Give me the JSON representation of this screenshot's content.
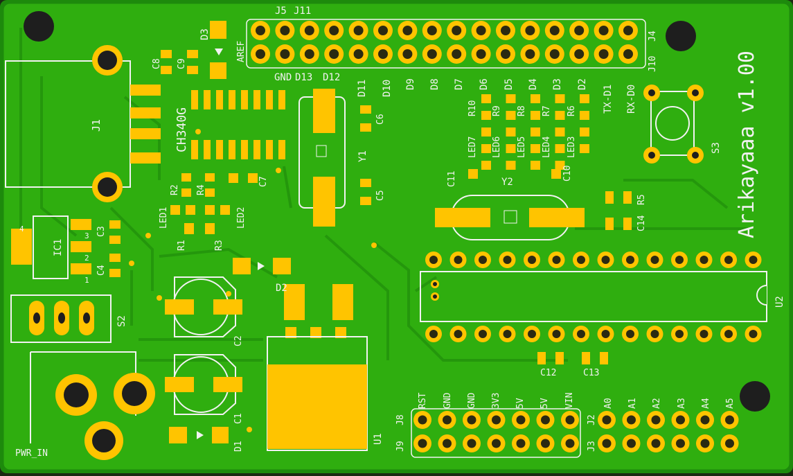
{
  "board": {
    "version_text": "Arikayaaa v1.00",
    "colors": {
      "substrate": "#1d8a0c",
      "copper_pour": "#2fae0f",
      "trace": "#3cc315",
      "pad": "#ffc400",
      "pad_hole": "#2a2a12",
      "silk": "#f2f2f2",
      "mount_hole": "#1e1e1e",
      "edge": "#c9b98a"
    }
  },
  "labels": {
    "j5": "J5",
    "j11": "J11",
    "aref": "AREF",
    "j4": "J4",
    "j10": "J10",
    "gnd": "GND",
    "d13": "D13",
    "d12": "D12",
    "d11": "D11",
    "d10": "D10",
    "d9": "D9",
    "d8": "D8",
    "d7": "D7",
    "d6": "D6",
    "d5": "D5",
    "d4": "D4",
    "d3": "D3",
    "d2": "D2",
    "tx": "TX-D1",
    "rx": "RX-D0",
    "d3_diode": "D3",
    "c8": "C8",
    "c9": "C9",
    "j1": "J1",
    "ch340": "CH340G",
    "c6": "C6",
    "c5": "C5",
    "y1": "Y1",
    "c7": "C7",
    "r10": "R10",
    "r9": "R9",
    "r8": "R8",
    "r7": "R7",
    "r6": "R6",
    "led7": "LED7",
    "led6": "LED6",
    "led5": "LED5",
    "led4": "LED4",
    "led3": "LED3",
    "c11": "C11",
    "c10": "C10",
    "y2": "Y2",
    "c14": "C14",
    "r5": "R5",
    "s3": "S3",
    "u2": "U2",
    "r2": "R2",
    "r4": "R4",
    "led1": "LED1",
    "led2": "LED2",
    "r1": "R1",
    "r3": "R3",
    "ic1": "IC1",
    "c3": "C3",
    "c4": "C4",
    "pin4": "4",
    "pin3": "3",
    "pin2": "2",
    "pin1": "1",
    "s2": "S2",
    "d2_diode": "D2",
    "c2": "C2",
    "c1": "C1",
    "d1": "D1",
    "u1": "U1",
    "pwr_in": "PWR_IN",
    "c12": "C12",
    "c13": "C13",
    "rst": "RST",
    "gnd1": "GND",
    "gnd2": "GND",
    "v3v3": "3V3",
    "v5a": "5V",
    "v5b": "5V",
    "vin": "VIN",
    "j8": "J8",
    "j9": "J9",
    "j2": "J2",
    "j3": "J3",
    "a0": "A0",
    "a1": "A1",
    "a2": "A2",
    "a3": "A3",
    "a4": "A4",
    "a5": "A5"
  }
}
